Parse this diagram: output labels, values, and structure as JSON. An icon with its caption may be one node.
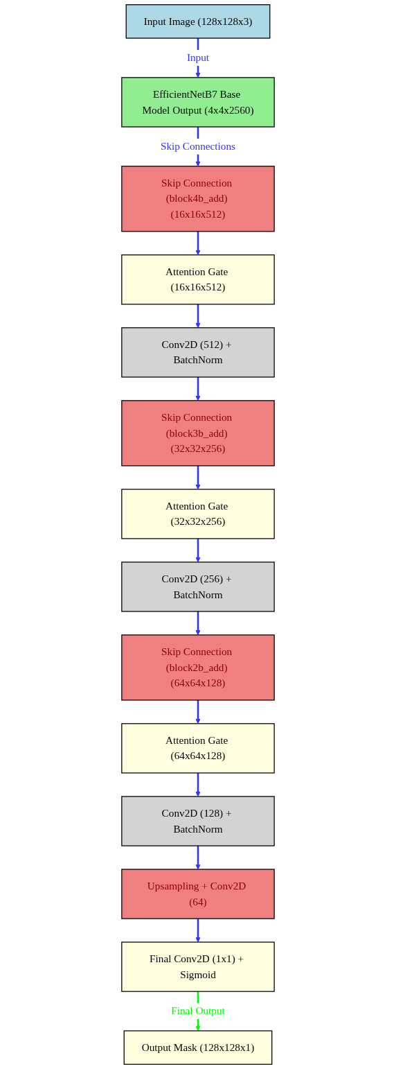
{
  "diagram": {
    "nodes": [
      {
        "text": [
          "Input Image (128x128x3)"
        ]
      },
      {
        "text": [
          "EfficientNetB7 Base Model Output (4x4x2560)"
        ]
      },
      {
        "text": [
          "Skip Connection (block4b_add) (16x16x512)"
        ]
      },
      {
        "text": [
          "Attention Gate (16x16x512)"
        ]
      },
      {
        "text": [
          "Conv2D (512) + BatchNorm"
        ]
      },
      {
        "text": [
          "Skip Connection (block3b_add) (32x32x256)"
        ]
      },
      {
        "text": [
          "Attention Gate (32x32x256)"
        ]
      },
      {
        "text": [
          "Conv2D (256) + BatchNorm"
        ]
      },
      {
        "text": [
          "Skip Connection (block2b_add) (64x64x128)"
        ]
      },
      {
        "text": [
          "Attention Gate (64x64x128)"
        ]
      },
      {
        "text": [
          "Conv2D (128) + BatchNorm"
        ]
      },
      {
        "text": [
          "Upsampling + Conv2D (64)"
        ]
      },
      {
        "text": [
          "Final Conv2D (1x1) + Sigmoid"
        ]
      },
      {
        "text": [
          "Output Mask (128x128x1)"
        ]
      }
    ],
    "edges": [
      {
        "from": 0,
        "to": 1,
        "arrow": "to",
        "label": "Input"
      },
      {
        "from": 1,
        "to": 2,
        "arrow": "to",
        "label": "Skip Connections"
      },
      {
        "from": 2,
        "to": 3,
        "arrow": "to"
      },
      {
        "from": 3,
        "to": 4,
        "arrow": "to"
      },
      {
        "from": 4,
        "to": 5,
        "arrow": "to"
      },
      {
        "from": 5,
        "to": 6,
        "arrow": "to"
      },
      {
        "from": 6,
        "to": 7,
        "arrow": "to"
      },
      {
        "from": 7,
        "to": 8,
        "arrow": "to"
      },
      {
        "from": 8,
        "to": 9,
        "arrow": "to"
      },
      {
        "from": 9,
        "to": 10,
        "arrow": "to"
      },
      {
        "from": 10,
        "to": 11,
        "arrow": "to"
      },
      {
        "from": 11,
        "to": 12,
        "arrow": "to"
      },
      {
        "from": 12,
        "to": 13,
        "arrow": "to",
        "label": "Final Output",
        "color": "#00ff00"
      }
    ]
  }
}
